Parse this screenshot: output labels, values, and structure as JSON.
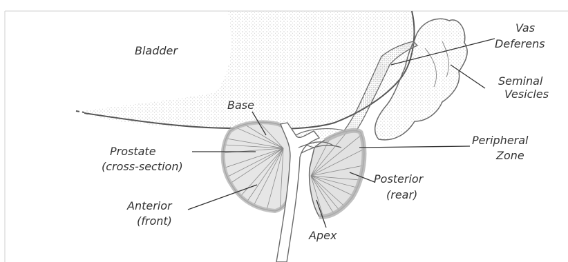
{
  "labels": {
    "bladder": "Bladder",
    "vas_line1": "Vas",
    "vas_line2": "Deferens",
    "seminal_line1": "Seminal",
    "seminal_line2": "Vesicles",
    "base": "Base",
    "prostate_line1": "Prostate",
    "prostate_line2": "(cross-section)",
    "peripheral_line1": "Peripheral",
    "peripheral_line2": "Zone",
    "posterior_line1": "Posterior",
    "posterior_line2": "(rear)",
    "anterior_line1": "Anterior",
    "anterior_line2": "(front)",
    "apex": "Apex"
  },
  "colors": {
    "ink": "#555555",
    "stipple": "#9a9a9a",
    "zone": "#b5b5b5",
    "text": "#333333"
  }
}
